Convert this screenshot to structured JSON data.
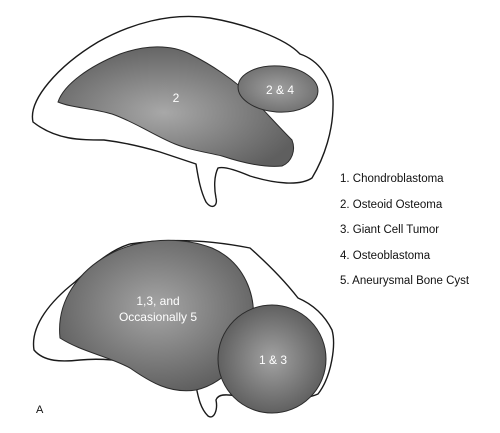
{
  "regions": {
    "top_large": "2",
    "top_small": "2 & 4",
    "bottom_large_line1": "1,3, and",
    "bottom_large_line2": "Occasionally 5",
    "bottom_small": "1 & 3"
  },
  "legend": [
    "1. Chondroblastoma",
    "2. Osteoid Osteoma",
    "3. Giant Cell Tumor",
    "4. Osteoblastoma",
    "5. Aneurysmal Bone Cyst"
  ],
  "panel_letter": "A",
  "colors": {
    "region_dark": "#5e5e5e",
    "region_light": "#a4a4a4",
    "outline": "#1a1a1a"
  }
}
